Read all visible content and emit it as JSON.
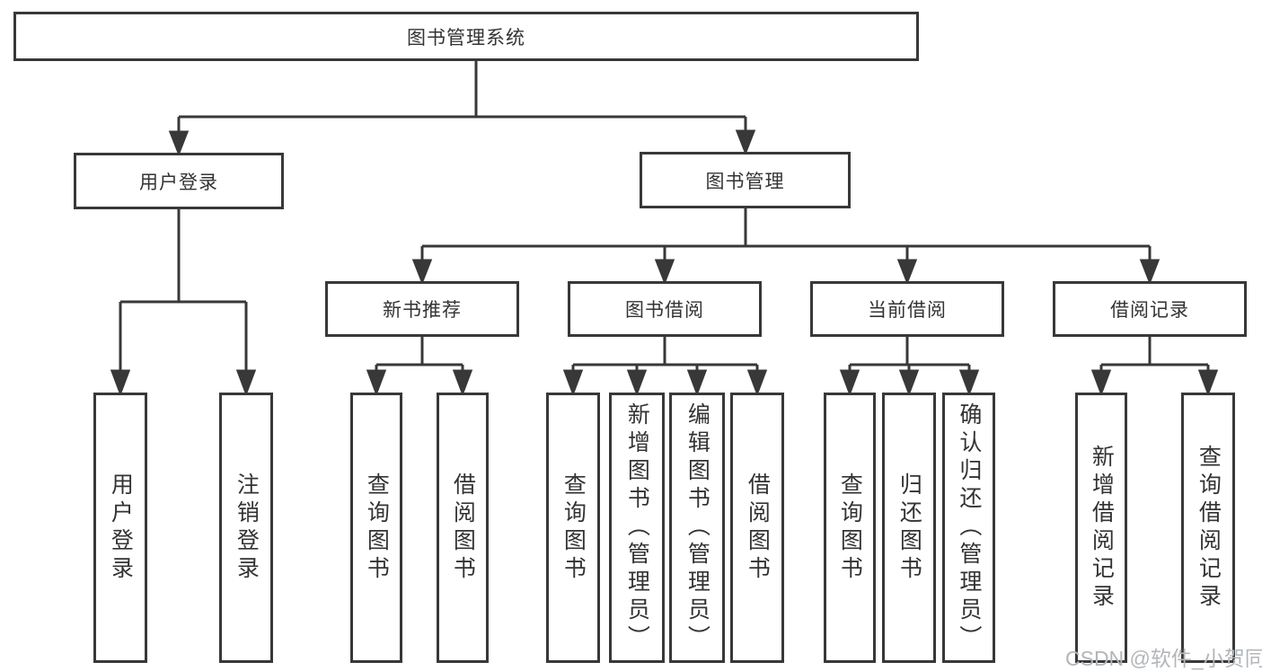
{
  "diagram": {
    "root": {
      "label": "图书管理系统"
    },
    "branches": [
      {
        "label": "用户登录",
        "children": [
          {
            "label": "用户登录"
          },
          {
            "label": "注销登录"
          }
        ]
      },
      {
        "label": "图书管理",
        "children": [
          {
            "label": "新书推荐",
            "children": [
              {
                "label": "查询图书"
              },
              {
                "label": "借阅图书"
              }
            ]
          },
          {
            "label": "图书借阅",
            "children": [
              {
                "label": "查询图书"
              },
              {
                "label": "新增图书（管理员）"
              },
              {
                "label": "编辑图书（管理员）"
              },
              {
                "label": "借阅图书"
              }
            ]
          },
          {
            "label": "当前借阅",
            "children": [
              {
                "label": "查询图书"
              },
              {
                "label": "归还图书"
              },
              {
                "label": "确认归还（管理员）"
              }
            ]
          },
          {
            "label": "借阅记录",
            "children": [
              {
                "label": "新增借阅记录"
              },
              {
                "label": "查询借阅记录"
              }
            ]
          }
        ]
      }
    ]
  },
  "watermark": {
    "text": "CSDN @软件_小贺同学"
  },
  "colors": {
    "line": "#383838",
    "box_border": "#383838",
    "text": "#333333",
    "watermark": "#b2b6ba",
    "background": "#ffffff"
  }
}
